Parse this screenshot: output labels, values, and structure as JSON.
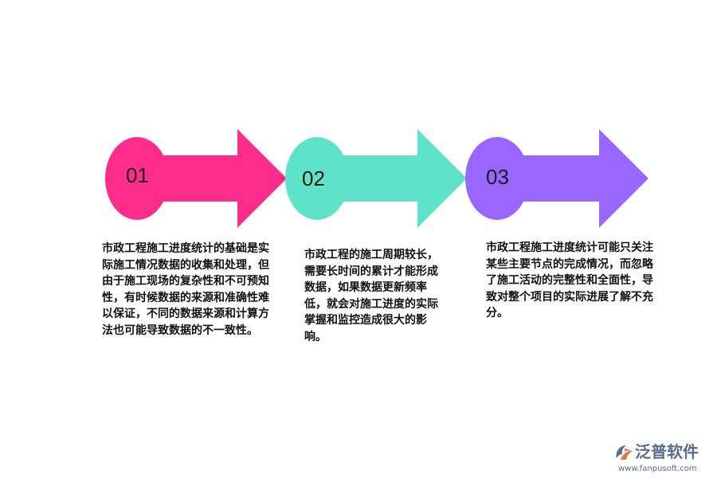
{
  "steps": [
    {
      "number": "01",
      "color": "#ff2d8a",
      "text": "市政工程施工进度统计的基础是实际施工情况数据的收集和处理，但由于施工现场的复杂性和不可预知性，有时候数据的来源和准确性难以保证，不同的数据来源和计算方法也可能导致数据的不一致性。"
    },
    {
      "number": "02",
      "color": "#5ee3c8",
      "text": "市政工程的施工周期较长，需要长时间的累计才能形成数据，如果数据更新频率低，就会对施工进度的实际掌握和监控造成很大的影响。"
    },
    {
      "number": "03",
      "color": "#9966ff",
      "text": "市政工程施工进度统计可能只关注某些主要节点的完成情况，而忽略了施工活动的完整性和全面性，导致对整个项目的实际进展了解不充分。"
    }
  ],
  "logo": {
    "name": "泛普软件",
    "url": "www.fanpusoft.com",
    "icon": "fanpu-logo-icon",
    "color": "#5a6b8c"
  }
}
